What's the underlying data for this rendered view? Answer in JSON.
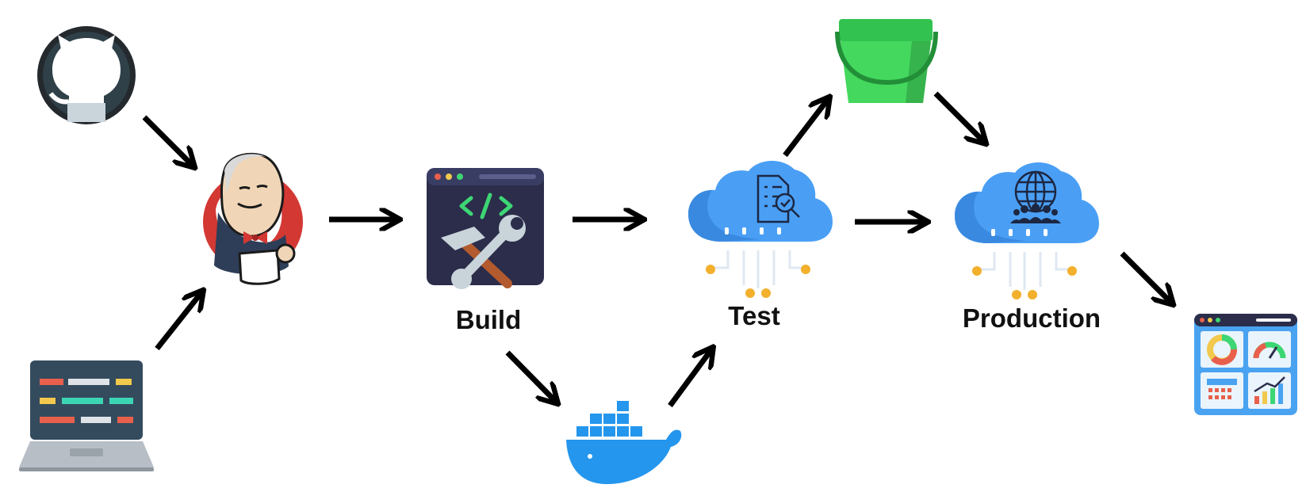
{
  "stages": {
    "build": "Build",
    "test": "Test",
    "production": "Production"
  },
  "icons": {
    "source": "github-icon",
    "developer": "laptop-code-icon",
    "ci_server": "jenkins-icon",
    "build": "build-tools-icon",
    "container": "docker-icon",
    "storage": "storage-bucket-icon",
    "test": "cloud-test-icon",
    "production": "cloud-production-icon",
    "monitoring": "dashboard-icon"
  },
  "colors": {
    "arrow": "#000000",
    "cloud": "#4a9ff5",
    "docker": "#2496ed",
    "bucket": "#3ecf5c",
    "jenkins_red": "#d33833",
    "ide_dark": "#2b2d4a"
  }
}
